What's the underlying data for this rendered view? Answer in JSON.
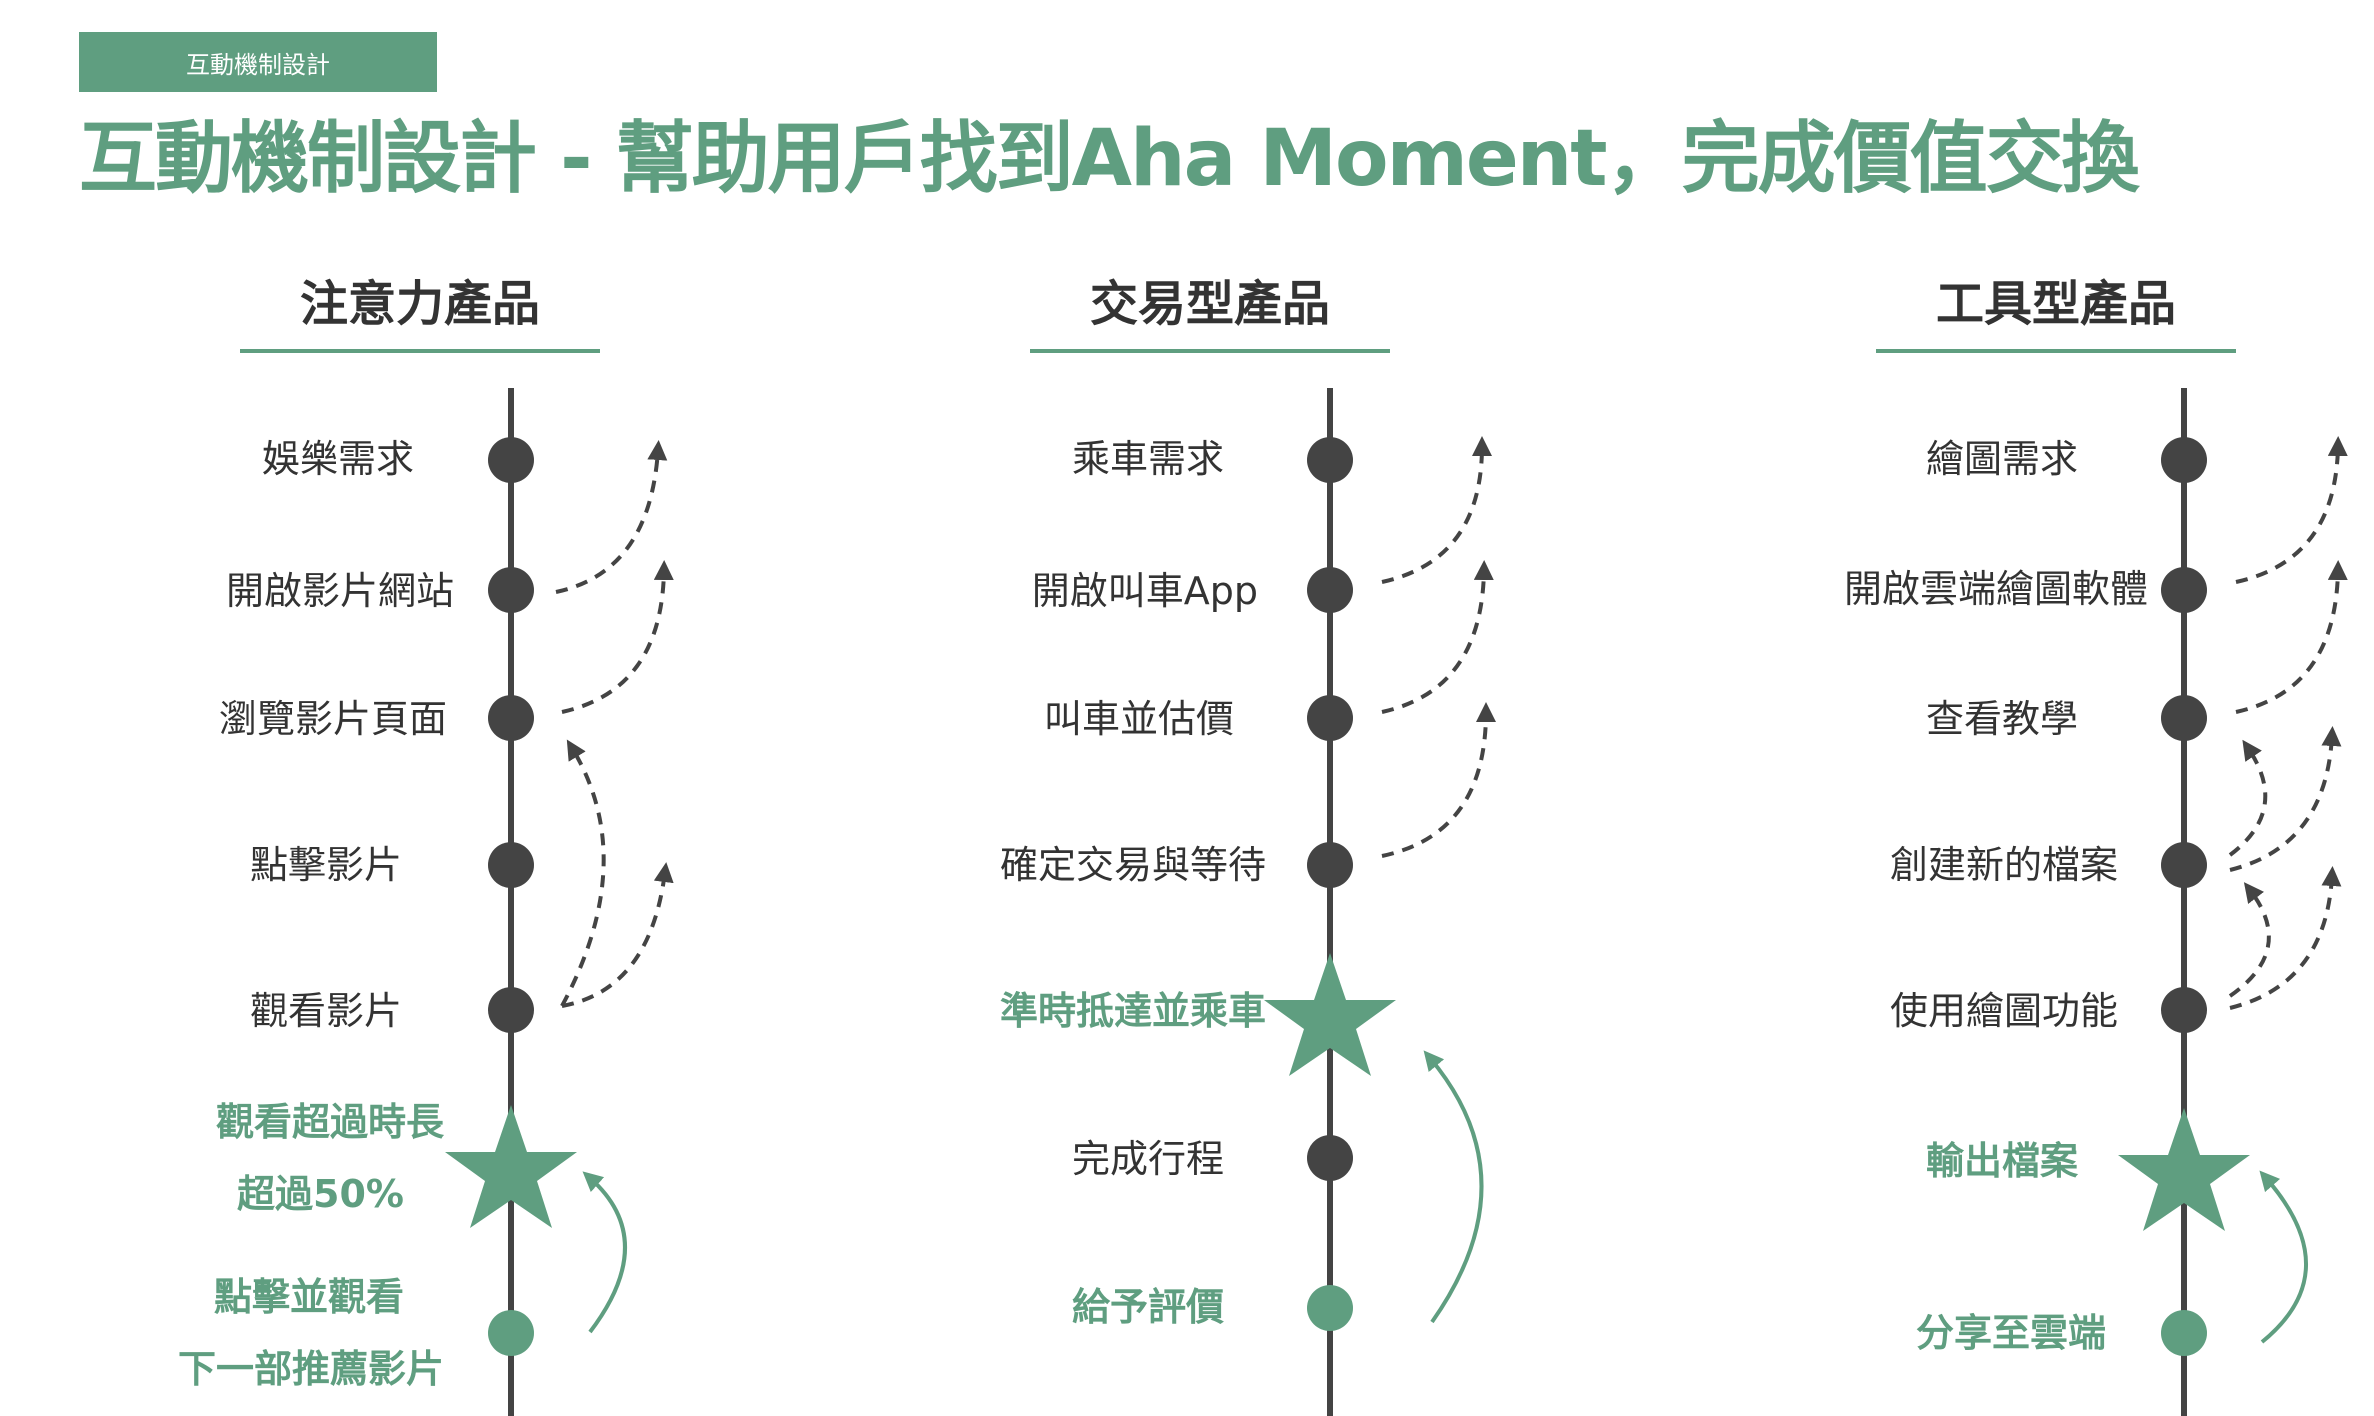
{
  "tag": "互動機制設計",
  "title": "互動機制設計 - 幫助用戶找到Aha Moment，完成價值交換",
  "colors": {
    "accent": "#5f9e80",
    "node": "#444444",
    "text": "#333333"
  },
  "columns": [
    {
      "title": "注意力產品",
      "steps": [
        {
          "label": "娛樂需求",
          "kind": "dot"
        },
        {
          "label": "開啟影片網站",
          "kind": "dot"
        },
        {
          "label": "瀏覽影片頁面",
          "kind": "dot"
        },
        {
          "label": "點擊影片",
          "kind": "dot"
        },
        {
          "label": "觀看影片",
          "kind": "dot"
        },
        {
          "label": "觀看超過時長",
          "label2": "超過50%",
          "kind": "star"
        },
        {
          "label": "點擊並觀看",
          "label2": "下一部推薦影片",
          "kind": "green"
        }
      ]
    },
    {
      "title": "交易型產品",
      "steps": [
        {
          "label": "乘車需求",
          "kind": "dot"
        },
        {
          "label": "開啟叫車App",
          "kind": "dot"
        },
        {
          "label": "叫車並估價",
          "kind": "dot"
        },
        {
          "label": "確定交易與等待",
          "kind": "dot"
        },
        {
          "label": "準時抵達並乘車",
          "kind": "star"
        },
        {
          "label": "完成行程",
          "kind": "dot"
        },
        {
          "label": "給予評價",
          "kind": "green"
        }
      ]
    },
    {
      "title": "工具型產品",
      "steps": [
        {
          "label": "繪圖需求",
          "kind": "dot"
        },
        {
          "label": "開啟雲端繪圖軟體",
          "kind": "dot"
        },
        {
          "label": "查看教學",
          "kind": "dot"
        },
        {
          "label": "創建新的檔案",
          "kind": "dot"
        },
        {
          "label": "使用繪圖功能",
          "kind": "dot"
        },
        {
          "label": "輸出檔案",
          "kind": "star"
        },
        {
          "label": "分享至雲端",
          "kind": "green"
        }
      ]
    }
  ]
}
